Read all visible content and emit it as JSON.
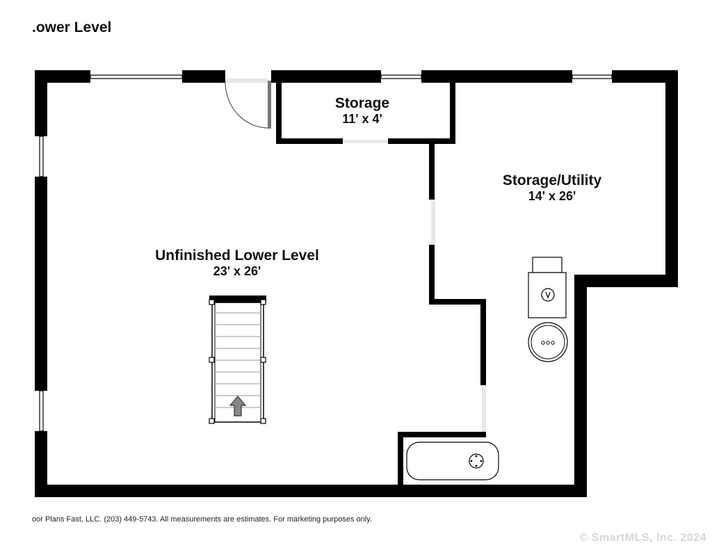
{
  "floor": {
    "title": ".ower Level"
  },
  "rooms": [
    {
      "name": "Unfinished Lower Level",
      "dimensions": "23' x 26'"
    },
    {
      "name": "Storage",
      "dimensions": "11' x 4'"
    },
    {
      "name": "Storage/Utility",
      "dimensions": "14' x 26'"
    }
  ],
  "footer": {
    "disclaimer": "oor Plans Fast, LLC.  (203) 449-5743.  All measurements are estimates.  For marketing purposes only.",
    "copyright": "© SmartMLS, Inc.  2024"
  },
  "colors": {
    "wall": "#000000",
    "window": "#ffffff",
    "background": "#ffffff"
  }
}
